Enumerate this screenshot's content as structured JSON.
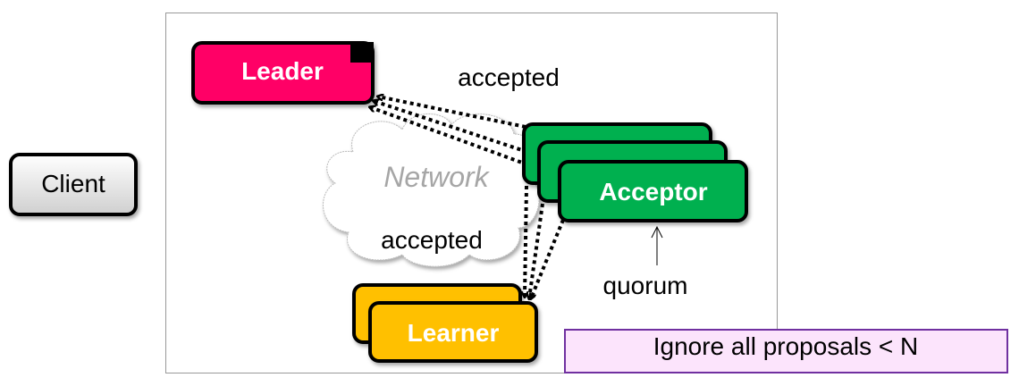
{
  "nodes": {
    "client": "Client",
    "leader": "Leader",
    "acceptor": "Acceptor",
    "learner": "Learner",
    "network": "Network"
  },
  "labels": {
    "accepted_top": "accepted",
    "accepted_bottom": "accepted",
    "quorum": "quorum",
    "note": "Ignore all proposals < N"
  },
  "colors": {
    "leader": "#ff0066",
    "acceptor": "#00b050",
    "learner": "#ffc000",
    "note_fill": "#fce4fc",
    "note_border": "#7030a0"
  }
}
